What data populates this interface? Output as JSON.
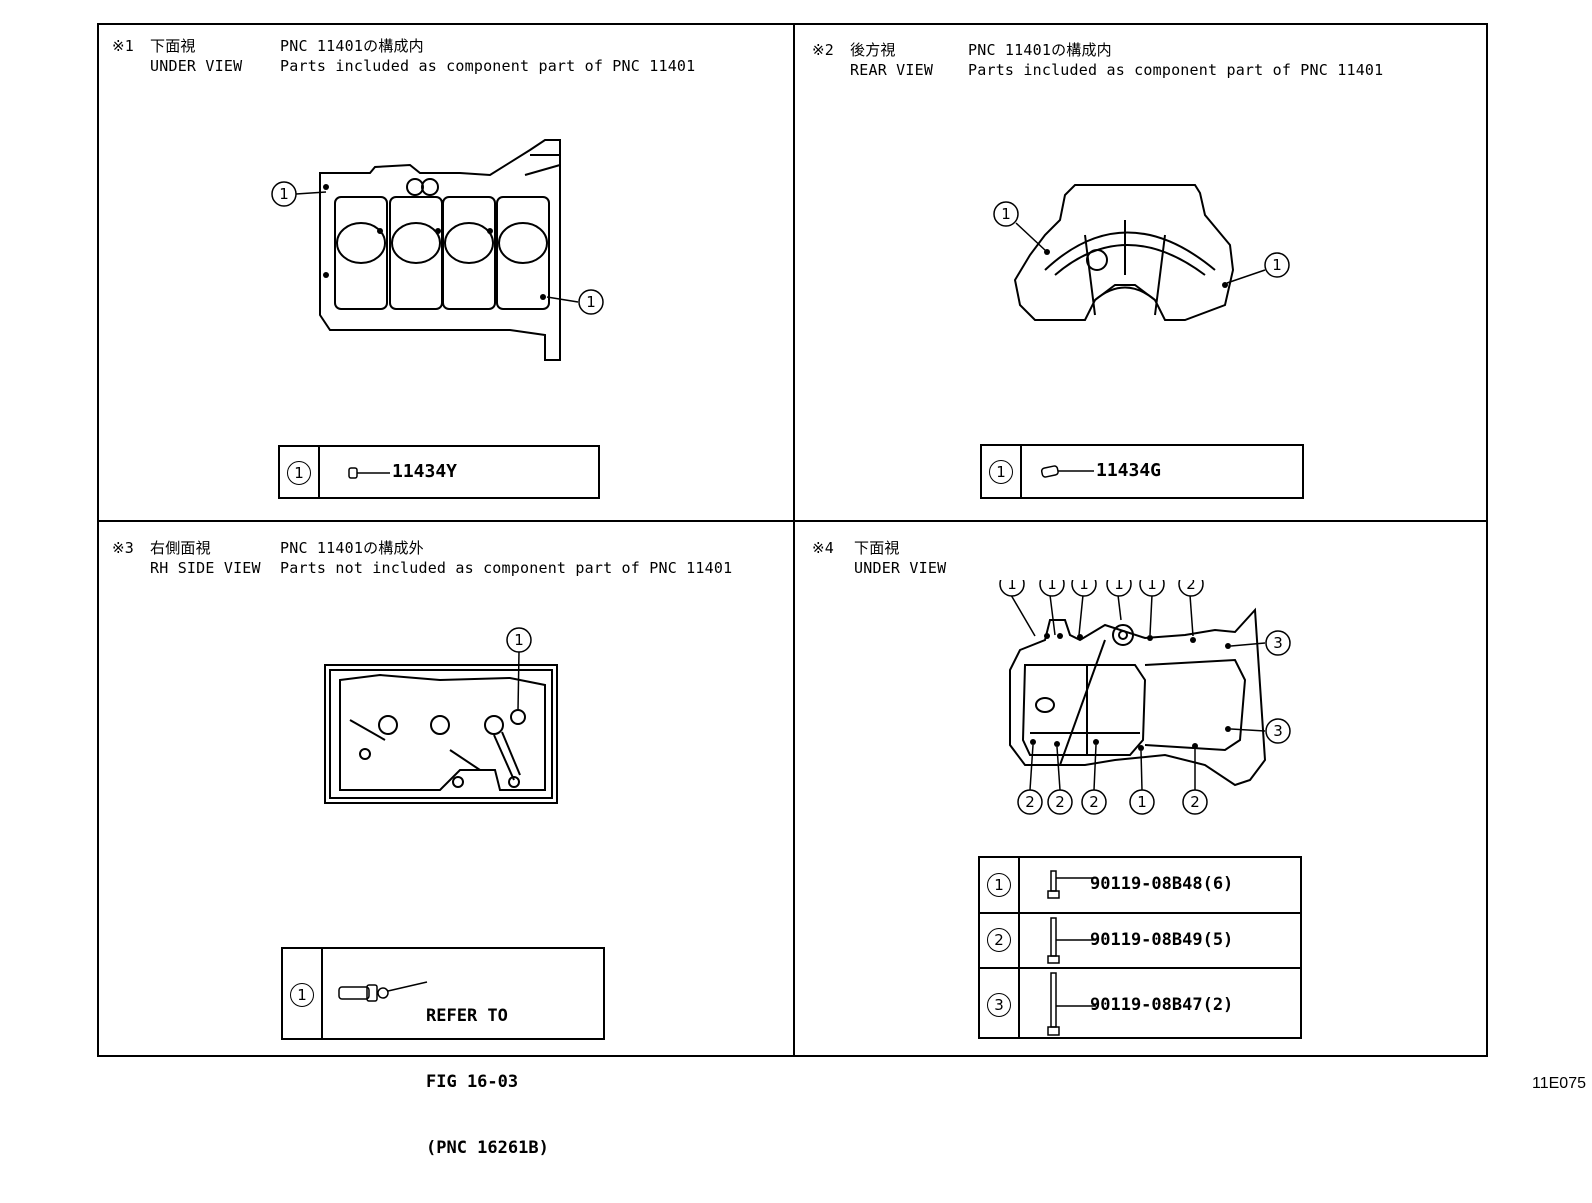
{
  "panels": [
    {
      "marker": "※1",
      "view_jp": "下面視",
      "view_en": "UNDER VIEW",
      "pnc_jp": "PNC 11401の構成内",
      "pnc_en": "Parts included as component part of PNC 11401",
      "callouts": [
        "1",
        "1"
      ],
      "legend": [
        {
          "num": "1",
          "part": "11434Y"
        }
      ]
    },
    {
      "marker": "※2",
      "view_jp": "後方視",
      "view_en": "REAR VIEW",
      "pnc_jp": "PNC 11401の構成内",
      "pnc_en": "Parts included as component part of PNC 11401",
      "callouts": [
        "1",
        "1"
      ],
      "legend": [
        {
          "num": "1",
          "part": "11434G"
        }
      ]
    },
    {
      "marker": "※3",
      "view_jp": "右側面視",
      "view_en": "RH SIDE VIEW",
      "pnc_jp": "PNC 11401の構成外",
      "pnc_en": "Parts not included as component part of PNC 11401",
      "callouts": [
        "1"
      ],
      "legend": [
        {
          "num": "1",
          "line1": "REFER TO",
          "line2": "FIG 16-03",
          "line3": "(PNC 16261B)"
        }
      ]
    },
    {
      "marker": "※4",
      "view_jp": "下面視",
      "view_en": "UNDER VIEW",
      "callouts_top": [
        "1",
        "1",
        "1",
        "1",
        "1",
        "2"
      ],
      "callouts_right": [
        "3",
        "3"
      ],
      "callouts_bottom": [
        "2",
        "2",
        "2",
        "1",
        "2"
      ],
      "legend": [
        {
          "num": "1",
          "part": "90119-08B48(6)"
        },
        {
          "num": "2",
          "part": "90119-08B49(5)"
        },
        {
          "num": "3",
          "part": "90119-08B47(2)"
        }
      ]
    }
  ],
  "figure_id": "11E075"
}
